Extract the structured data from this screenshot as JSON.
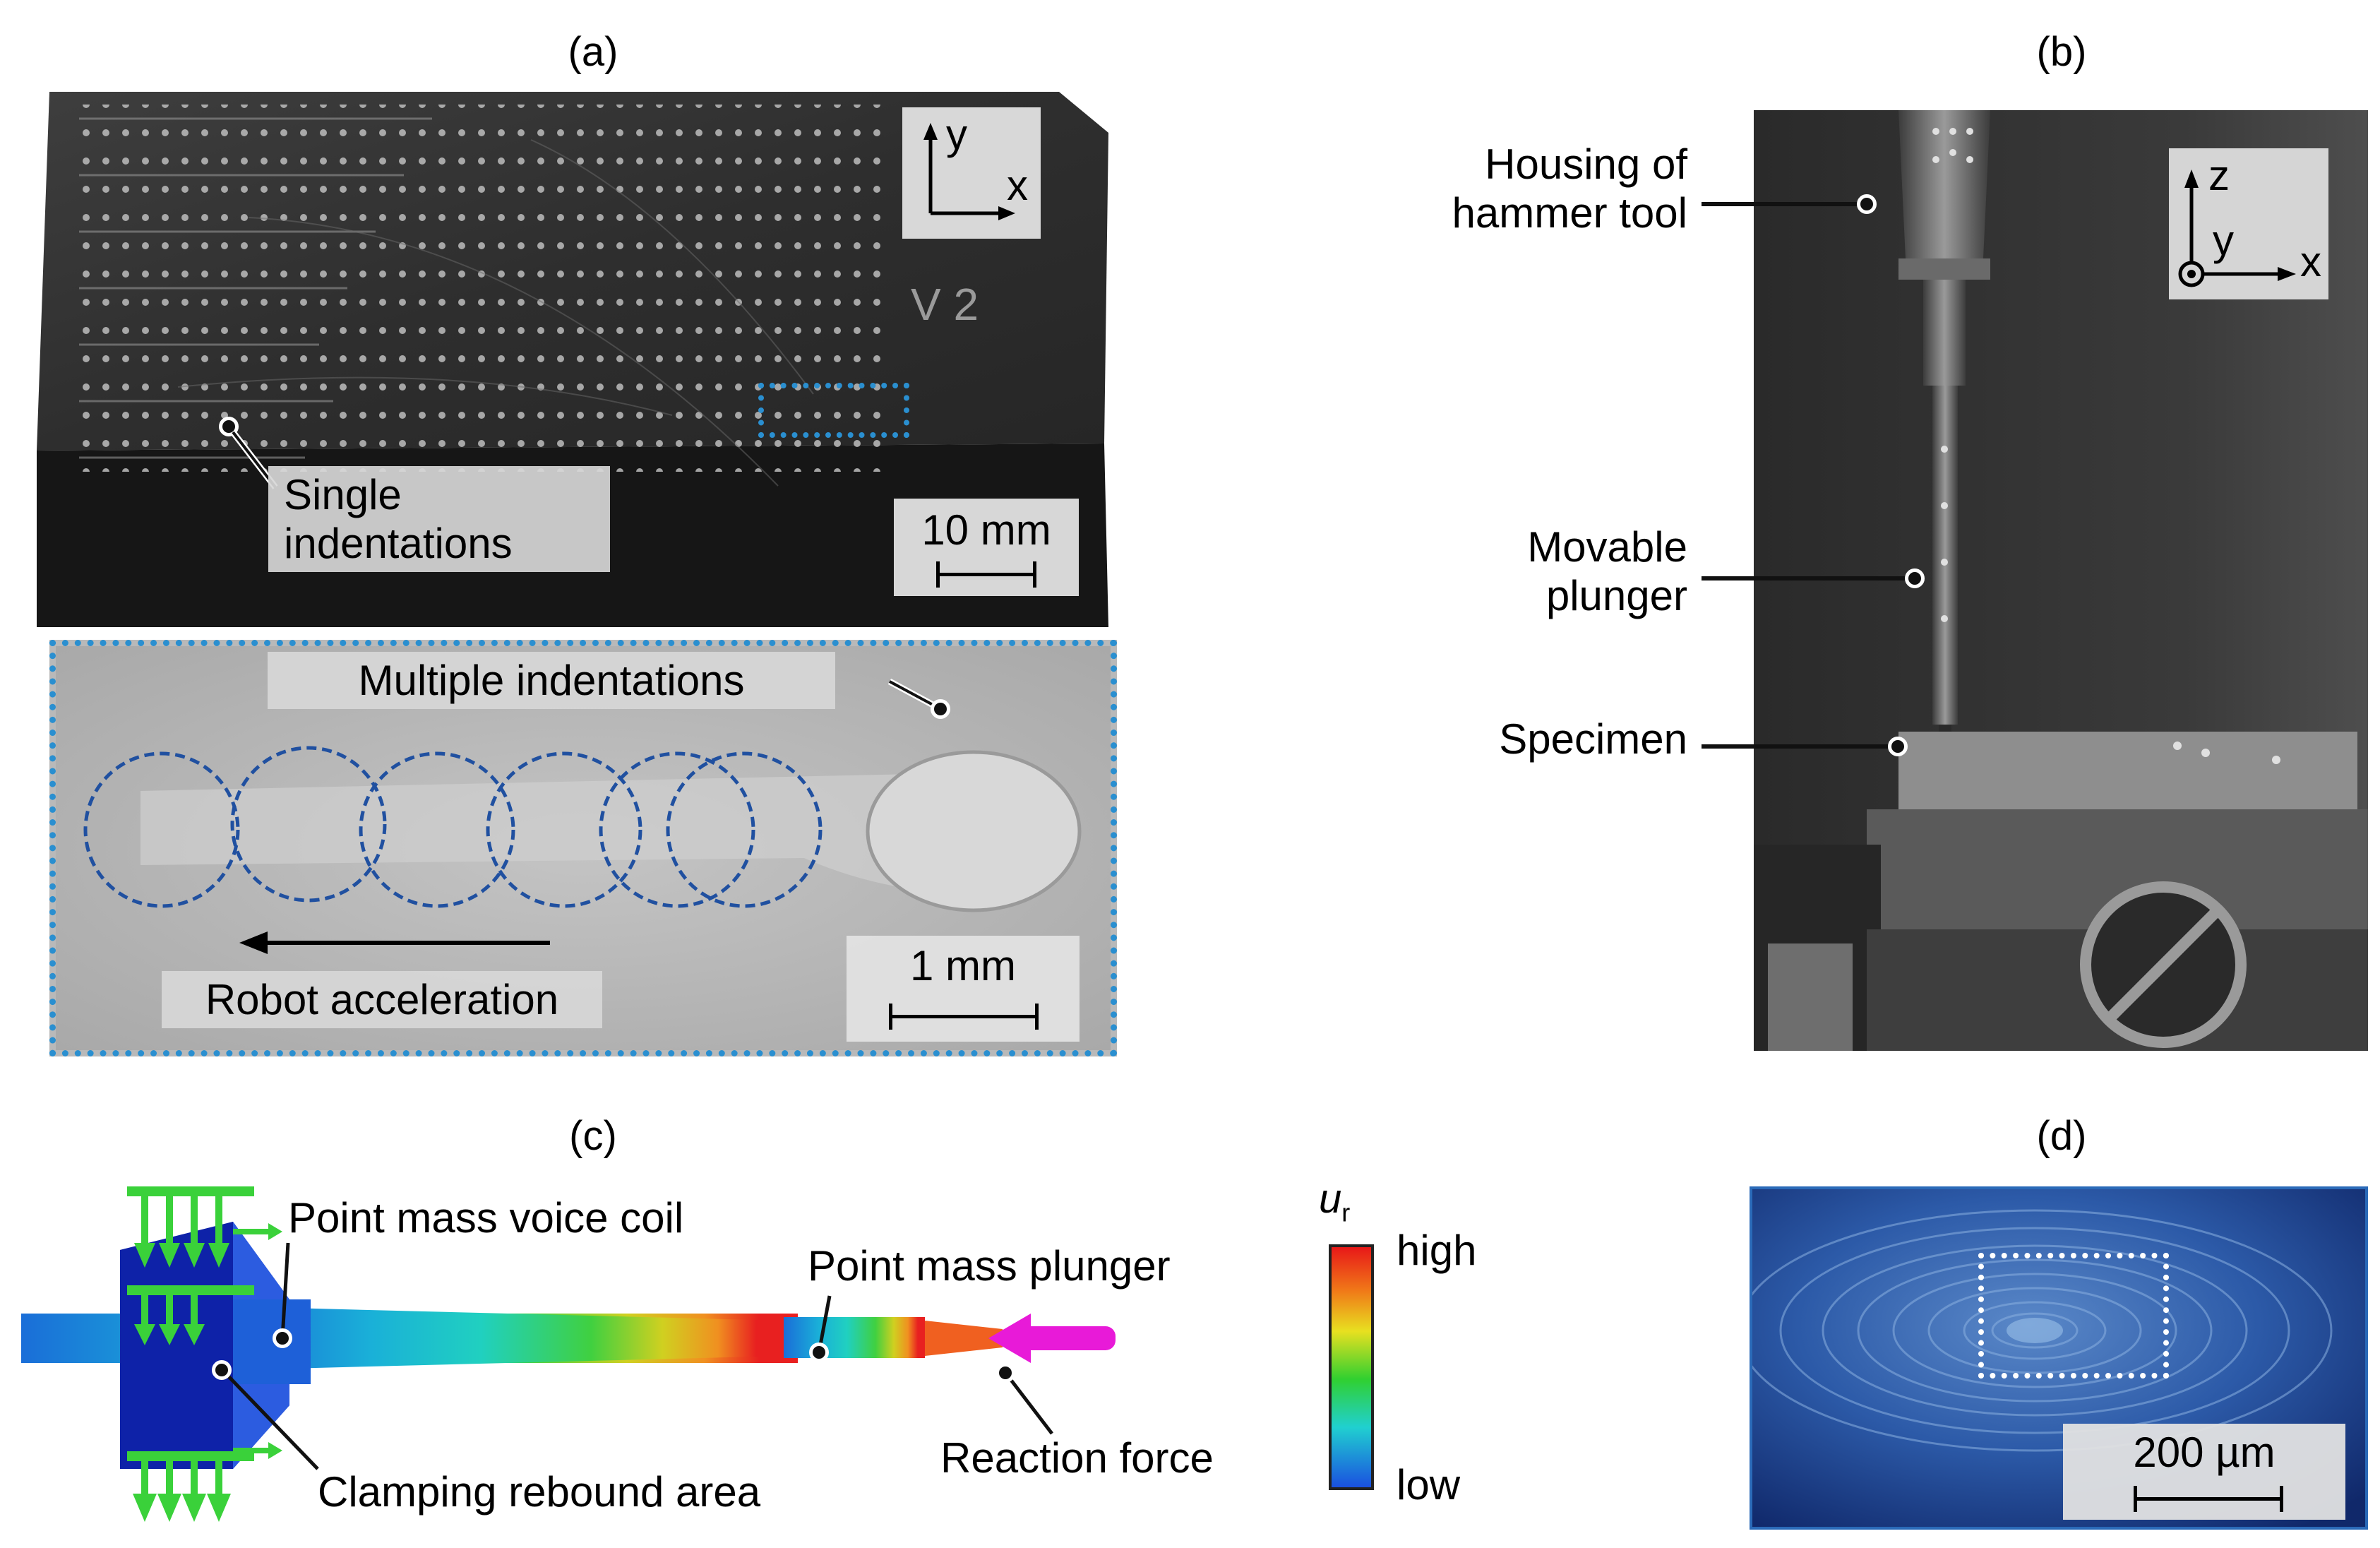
{
  "panels": {
    "a": {
      "label": "(a)",
      "stamp": "V 2",
      "axes": {
        "y": "y",
        "x": "x"
      },
      "callout_single": [
        "Single",
        "indentations"
      ],
      "scale_top": "10 mm",
      "callout_multiple": "Multiple indentations",
      "callout_robot": "Robot acceleration",
      "scale_bottom": "1 mm"
    },
    "b": {
      "label": "(b)",
      "axes": {
        "z": "z",
        "y": "y",
        "x": "x"
      },
      "callout_housing": [
        "Housing of",
        "hammer tool"
      ],
      "callout_plunger": [
        "Movable",
        "plunger"
      ],
      "callout_specimen": "Specimen"
    },
    "c": {
      "label": "(c)",
      "callout_voice_coil": "Point mass voice coil",
      "callout_plunger_mass": "Point mass plunger",
      "callout_clamping": "Clamping rebound area",
      "callout_reaction": "Reaction force",
      "legend_symbol": "u",
      "legend_subscript": "r",
      "legend_high": "high",
      "legend_low": "low"
    },
    "d": {
      "label": "(d)",
      "scale": "200 µm"
    }
  },
  "colors": {
    "dashed_blue": "#2a8fd0",
    "circle_blue": "#2050a0",
    "green_arrows": "#3ad13a",
    "magenta_arrow": "#e81ad8"
  }
}
